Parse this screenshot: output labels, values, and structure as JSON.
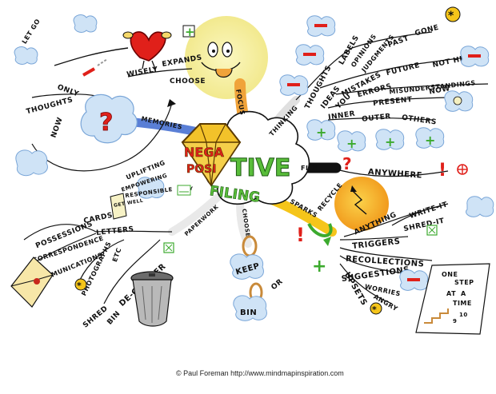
{
  "title": {
    "nega": "NEGA",
    "posi": "POSI",
    "tive": "TIVE",
    "filing": "FILING"
  },
  "branches": {
    "focus": "FOCUS",
    "memories": "MEMORIES",
    "thinking": "THINKING",
    "file": "FILE",
    "sparks": "SPARKS",
    "paperwork": "PAPERWORK",
    "choose": "CHOOSE",
    "why": "WHY",
    "recycle": "RECYCLE"
  },
  "words": {
    "let_go": "LET GO",
    "wisely": "WISELY",
    "choose2": "CHOOSE",
    "expands": "EXPANDS",
    "only": "ONLY",
    "thoughts_left": "THOUGHTS",
    "now": "NOW",
    "thoughts": "THOUGHTS",
    "labels": "LABELS",
    "opinions": "OPINIONS",
    "judgments": "JUDGMENTS",
    "past": "PAST",
    "gone": "GONE",
    "ideas": "IDEAS",
    "mistakes": "MISTAKES",
    "future": "FUTURE",
    "not_here": "NOT HERE",
    "errors": "ERRORS",
    "misunderstandings": "MISUNDERSTANDINGS",
    "you": "YOU",
    "present": "PRESENT",
    "now2": "NOW",
    "inner": "INNER",
    "outer": "OUTER",
    "others": "OTHERS",
    "anywhere": "ANYWHERE",
    "uplifting": "UPLIFTING",
    "empowering": "EMPOWERING",
    "responsible": "RESPONSIBLE",
    "get_well": "GET WELL",
    "possessions": "POSSESSIONS",
    "cards": "CARDS",
    "correspondence": "CORRESPONDENCE",
    "letters": "LETTERS",
    "communications": "COMMUNICATIONS",
    "etc": "ETC",
    "photographs": "PHOTOGRAPHS",
    "declutter": "DE-CLUTTER",
    "shred": "SHRED",
    "bin": "BIN",
    "choose3": "CHOOSE",
    "keep": "KEEP",
    "or": "OR",
    "bin2": "BIN",
    "anything": "ANYTHING",
    "write_it": "WRITE-IT",
    "shred_it": "SHRED-IT",
    "triggers": "TRIGGERS",
    "recollections": "RECOLLECTIONS",
    "suggestions": "SUGGESTIONS",
    "upsets": "UPSETS",
    "worries": "WORRIES",
    "angry": "ANGRY",
    "one_step": [
      "ONE",
      "STEP",
      "AT",
      "A",
      "TIME"
    ],
    "steps": [
      "9",
      "10"
    ]
  },
  "symbols": {
    "question": "?",
    "exclaim": "!",
    "plus": "+",
    "minus": "−",
    "question_color": "#e0201a",
    "plus_color": "#3caa2e",
    "minus_color": "#e0201a",
    "brand_yellow": "#f5c51a",
    "cloud_blue": "#cfe3f6",
    "sun_yellow": "#f6f0a6",
    "branch_orange": "#f0a33a"
  },
  "footer": {
    "credit": "© Paul Foreman http://www.mindmapinspiration.com"
  }
}
